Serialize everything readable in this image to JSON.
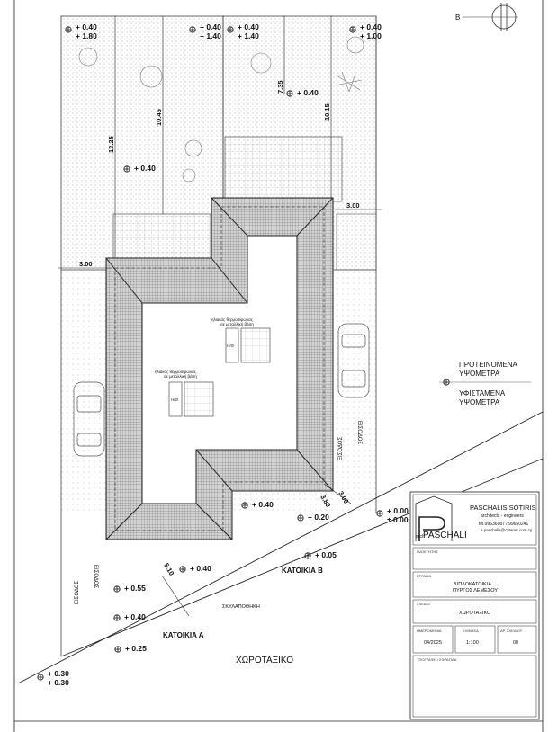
{
  "north_label": "B",
  "levels": {
    "l1": "+ 0.40",
    "l1b": "+ 1.80",
    "l2": "+ 0.40",
    "l2b": "+ 1.40",
    "l3": "+ 0.40",
    "l3b": "+ 1.40",
    "l4": "+ 0.40",
    "l4b": "+ 1.00",
    "l5": "+ 0.40",
    "l6": "+ 0.40",
    "l7": "+ 0.40",
    "l8": "+ 0.20",
    "l9": "+ 0.05",
    "l10": "+ 0.40",
    "l11": "+ 0.55",
    "l12": "+ 0.40",
    "l13": "+ 0.25",
    "l14": "+ 0.30",
    "l14b": "+ 0.30",
    "l15": "+ 0.00",
    "l15b": "± 0.00"
  },
  "dims": {
    "d1": "13.25",
    "d2": "10.45",
    "d3": "7.35",
    "d4": "10.15",
    "d5": "3.00",
    "d6": "3.00",
    "d7": "3.80",
    "d8": "3.00",
    "d9": "5.10"
  },
  "labels": {
    "solar1": "ηλιακός θερμοσίφωνας σε μεταλλική βάση",
    "solar2": "ηλιακός θερμοσίφωνας σε μεταλλική βάση",
    "hw": "Η/Θ",
    "entrance": "ΕΙΣΟΔΟΣ",
    "house_a": "ΚΑΤΟΙΚΙΑ Α",
    "house_b": "ΚΑΤΟΙΚΙΑ Β",
    "kennel": "ΣΚΥΛΑΠΟΘΗΚΗ",
    "main_title": "ΧΩΡΟΤΑΞΙΚΟ"
  },
  "legend": {
    "proposed": "ΠΡΟΤΕΙΝΟΜΕΝΑ ΥΨΟΜΕΤΡΑ",
    "proposed_l1": "ΠΡΟΤΕΙΝΟΜΕΝΑ",
    "proposed_l2": "ΥΨΟΜΕΤΡΑ",
    "existing_l1": "ΥΦΙΣΤΑΜΕΝΑ",
    "existing_l2": "ΥΨΟΜΕΤΡΑ"
  },
  "title_block": {
    "company": "PASCHALIS SOTIRIS",
    "subtitle": "architects - engineers",
    "phone": "tel.99636987 / 99650241",
    "email": "a.paschalis@cytanet.com.cy",
    "logo_small": "arch",
    "logo_text": "PASCHALI",
    "owner_label": "ΙΔΙΟΚΤΗΤΗΣ",
    "project_label": "ΕΡΓΑΣΙΑ",
    "project_l1": "ΔΙΠΛΟΚΑΤΟΙΚΙΑ",
    "project_l2": "ΠΥΡΓΟΣ ΛΕΜΕΣΟΥ",
    "drawing_label": "ΣΧΕΔΙΟ",
    "drawing_value": "ΧΩΡΟΤΑΞΙΚΟ",
    "date_label": "ΗΜΕΡΟΜΗΝΙΑ",
    "date_value": "04/2025",
    "scale_label": "ΚΛΙΜΑΚΑ",
    "scale_value": "1:100",
    "sheet_label": "ΑΡ. ΣΧΕΔΙΟΥ",
    "sheet_value": "00",
    "sign_label": "ΤΠΟΓΡΑΦΗ / ΣΦΡΑΓΙΔΑ"
  }
}
